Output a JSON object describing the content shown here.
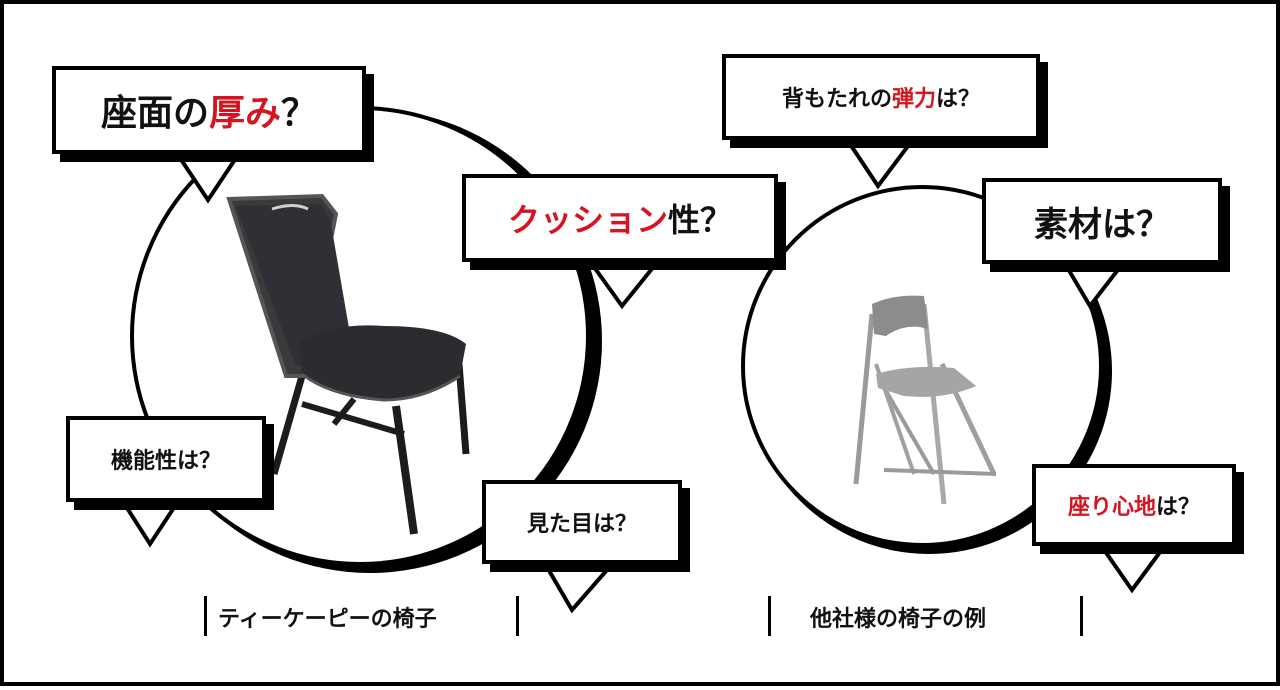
{
  "colors": {
    "accent": "#d5141f",
    "ink": "#111111",
    "background": "#ffffff"
  },
  "left_section": {
    "caption": "ティーケーピーの椅子",
    "bubbles": {
      "seat_thickness": {
        "part1": "座面の",
        "highlight": "厚み",
        "part2": "？"
      },
      "cushion": {
        "highlight": "クッション",
        "part2": "性？"
      },
      "function": {
        "text": "機能性は？"
      },
      "appearance": {
        "text": "見た目は？"
      }
    }
  },
  "right_section": {
    "caption": "他社様の椅子の例",
    "bubbles": {
      "backrest": {
        "part1": "背もたれの",
        "highlight": "弾力",
        "part2": "は？"
      },
      "material": {
        "text": "素材は？"
      },
      "comfort": {
        "highlight": "座り心地",
        "part2": "は？"
      }
    }
  }
}
